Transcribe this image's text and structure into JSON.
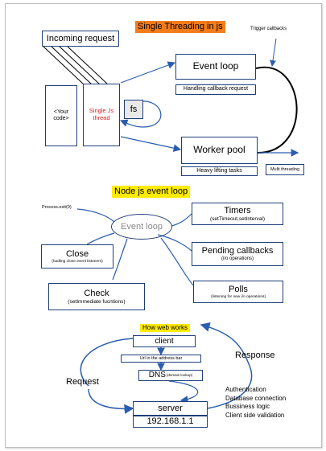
{
  "section1": {
    "title": "Single Threading in js",
    "incoming_request": "Incoming request",
    "your_code": "<Your code>",
    "single_js_thread": "Single Js thread",
    "fs": "fs",
    "event_loop": "Event loop",
    "handling_callback": "Handling callback request",
    "worker_pool": "Worker pool",
    "heavy_lifting": "Heavy lifting tasks",
    "trigger_callbacks": "Trigger callbacks",
    "multi_threading": "Multi threading"
  },
  "section2": {
    "title": "Node js event loop",
    "process_exit": "Process.exit(0)",
    "event_loop": "Event loop",
    "timers": "Timers",
    "timers_sub": "(setTimeout,setInterval)",
    "close": "Close",
    "close_sub": "(hadling close event listeners)",
    "pending_callbacks": "Pending callbacks",
    "pending_sub": "(i/o operations)",
    "check": "Check",
    "check_sub": "(setImmediate fucntions)",
    "polls": "Polls",
    "polls_sub": "(listening for new i/o operations)"
  },
  "section3": {
    "title": "How web works",
    "client": "client",
    "url": "Url in the address bar",
    "dns": "DNS",
    "dns_sub": "(domain lookup)",
    "request": "Request",
    "response": "Response",
    "server": "server",
    "ip": "192.168.1.1",
    "server_tasks": [
      "Authentication",
      "Database connection",
      "Bussiness logic",
      "Client side validation"
    ]
  },
  "colors": {
    "title_orange": "#f47c1a",
    "title_yellow": "#ffeb00",
    "box_border": "#1f3f7a",
    "single_thread_text": "#e02020",
    "arrow_blue": "#2a5db0",
    "fs_fill": "#e9e9e9"
  }
}
